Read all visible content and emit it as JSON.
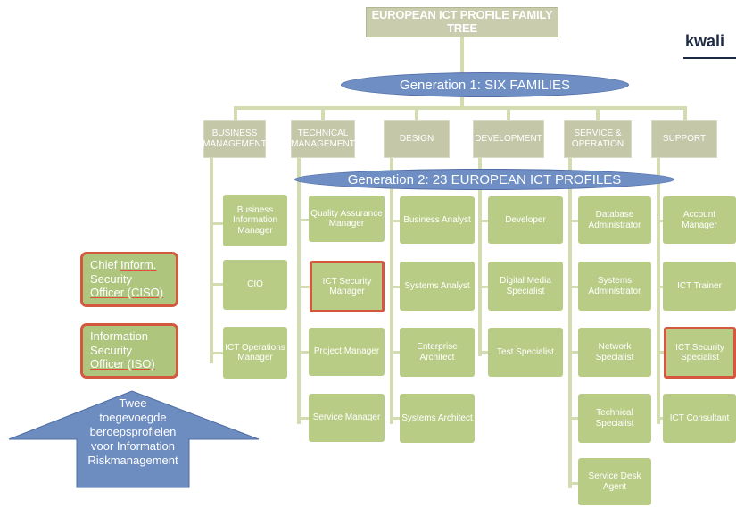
{
  "title": "EUROPEAN ICT PROFILE FAMILY TREE",
  "logo_text": "kwali",
  "generation1": "Generation 1: SIX FAMILIES",
  "generation2": "Generation 2: 23 EUROPEAN ICT PROFILES",
  "families": [
    {
      "label": "BUSINESS MANAGEMENT",
      "profiles": [
        "Business Information Manager",
        "CIO",
        "ICT Operations Manager"
      ]
    },
    {
      "label": "TECHNICAL MANAGEMENT",
      "profiles": [
        "Quality Assurance Manager",
        "ICT Security Manager",
        "Project Manager",
        "Service Manager"
      ]
    },
    {
      "label": "DESIGN",
      "profiles": [
        "Business Analyst",
        "Systems Analyst",
        "Enterprise Architect",
        "Systems Architect"
      ]
    },
    {
      "label": "DEVELOPMENT",
      "profiles": [
        "Developer",
        "Digital Media Specialist",
        "Test Specialist"
      ]
    },
    {
      "label": "SERVICE & OPERATION",
      "profiles": [
        "Database Administrator",
        "Systems Administrator",
        "Network Specialist",
        "Technical Specialist",
        "Service Desk Agent"
      ]
    },
    {
      "label": "SUPPORT",
      "profiles": [
        "Account Manager",
        "ICT Trainer",
        "ICT Security Specialist",
        "ICT Consultant"
      ]
    }
  ],
  "side_boxes": [
    {
      "line1_pre": "Chief ",
      "line1_u": "Inform.",
      "line2": "Security",
      "line3_u": "Officer (CISO)"
    },
    {
      "line1_pre": "Information",
      "line1_u": "",
      "line2": "Security",
      "line3_u": "Officer (ISO)"
    }
  ],
  "arrow_text": [
    "Twee",
    "toegevoegde",
    "beroepsprofielen",
    "voor Information",
    "Riskmanagement"
  ],
  "colors": {
    "highlight": "#d4583e",
    "profile": "#b9cc86",
    "family": "#c4c7a8",
    "generation": "#6f8fc4",
    "arrow": "#6d8cc0"
  }
}
